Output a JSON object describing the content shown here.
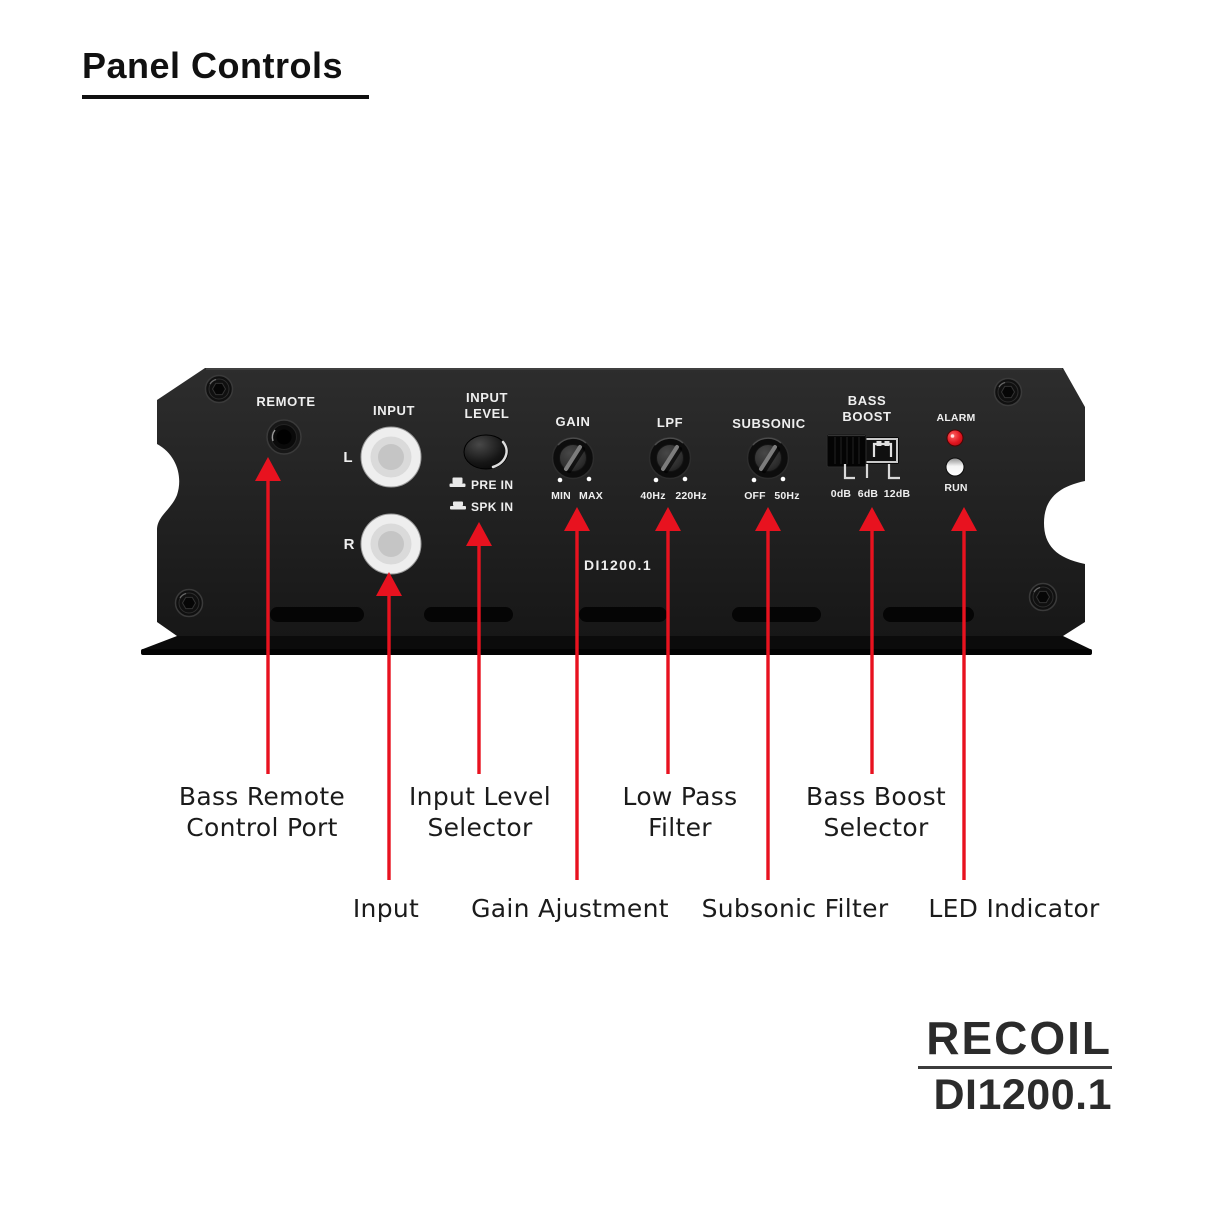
{
  "page": {
    "title": "Panel Controls"
  },
  "panel": {
    "model_label": "DI1200.1",
    "remote_label": "REMOTE",
    "input_label": "INPUT",
    "input_left": "L",
    "input_right": "R",
    "input_level_line1": "INPUT",
    "input_level_line2": "LEVEL",
    "pre_in": "PRE IN",
    "spk_in": "SPK IN",
    "gain_label": "GAIN",
    "gain_min": "MIN",
    "gain_max": "MAX",
    "lpf_label": "LPF",
    "lpf_min": "40Hz",
    "lpf_max": "220Hz",
    "subsonic_label": "SUBSONIC",
    "subsonic_min": "OFF",
    "subsonic_max": "50Hz",
    "bass_boost_line1": "BASS",
    "bass_boost_line2": "BOOST",
    "bass_boost_positions": [
      "0dB",
      "6dB",
      "12dB"
    ],
    "alarm_label": "ALARM",
    "run_label": "RUN"
  },
  "callouts": [
    {
      "id": "bass-remote-control-port",
      "lines": [
        "Bass Remote",
        "Control Port"
      ]
    },
    {
      "id": "input-level-selector",
      "lines": [
        "Input Level",
        "Selector"
      ]
    },
    {
      "id": "low-pass-filter",
      "lines": [
        "Low Pass",
        "Filter"
      ]
    },
    {
      "id": "bass-boost-selector",
      "lines": [
        "Bass Boost",
        "Selector"
      ]
    },
    {
      "id": "input",
      "lines": [
        "Input"
      ]
    },
    {
      "id": "gain-ajustment",
      "lines": [
        "Gain Ajustment"
      ]
    },
    {
      "id": "subsonic-filter",
      "lines": [
        "Subsonic Filter"
      ]
    },
    {
      "id": "led-indicator",
      "lines": [
        "LED Indicator"
      ]
    }
  ],
  "logo": {
    "brand": "RECOIL",
    "model": "DI1200.1"
  },
  "colors": {
    "arrow_red": "#e8121f",
    "alarm_led_red": "#d41216",
    "run_led_white": "#f2f2f2",
    "panel_dark": "#222222",
    "label_text": "#1b1b1b"
  }
}
